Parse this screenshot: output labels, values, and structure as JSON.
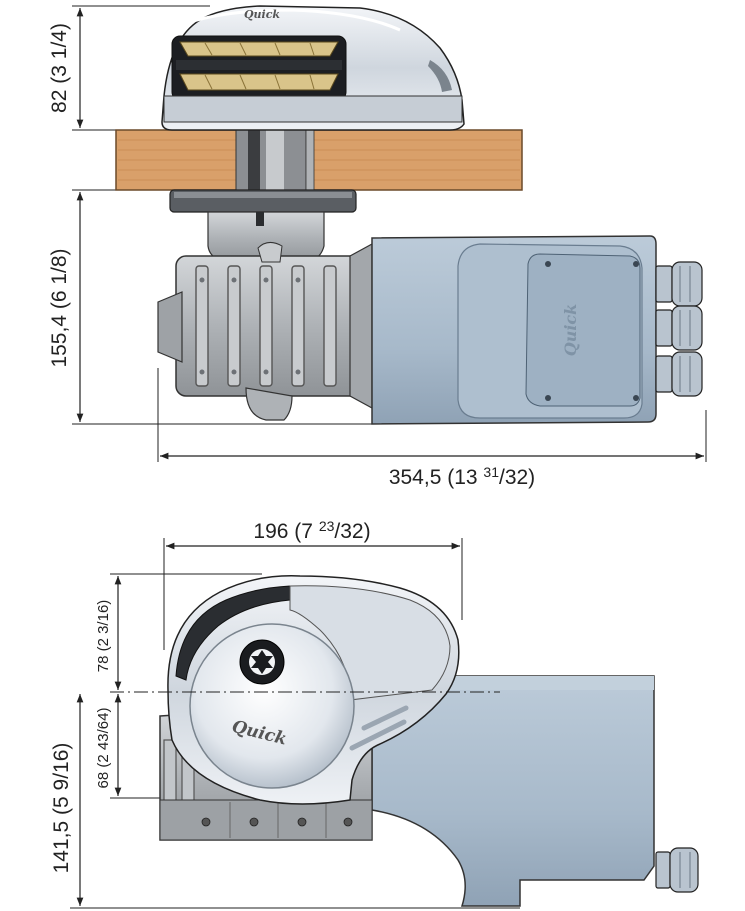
{
  "top_view": {
    "dimensions": {
      "deck_height": "82 (3 1/4)",
      "motor_height": "155,4 (6 1/8)",
      "overall_length": {
        "main": "354,5 (13 ",
        "num": "31",
        "den": "/32)"
      }
    },
    "logo": "Quick"
  },
  "front_view": {
    "dimensions": {
      "width": {
        "main": "196 (7 ",
        "num": "23",
        "den": "/32)"
      },
      "upper_height": "78 (2 3/16)",
      "lower_height": "68 (2 43/64)",
      "total_below_axis": "141,5 (5 9/16)"
    },
    "logo": "Quick"
  },
  "colors": {
    "motor_body": "#a9bccd",
    "motor_dark": "#7d92a6",
    "deck_wood": "#d9a06a",
    "gearbox": "#b5b9bd",
    "cover_chrome": "#dfe4ea",
    "gypsy_gold": "#d9c48a",
    "dimension_line": "#222222"
  }
}
